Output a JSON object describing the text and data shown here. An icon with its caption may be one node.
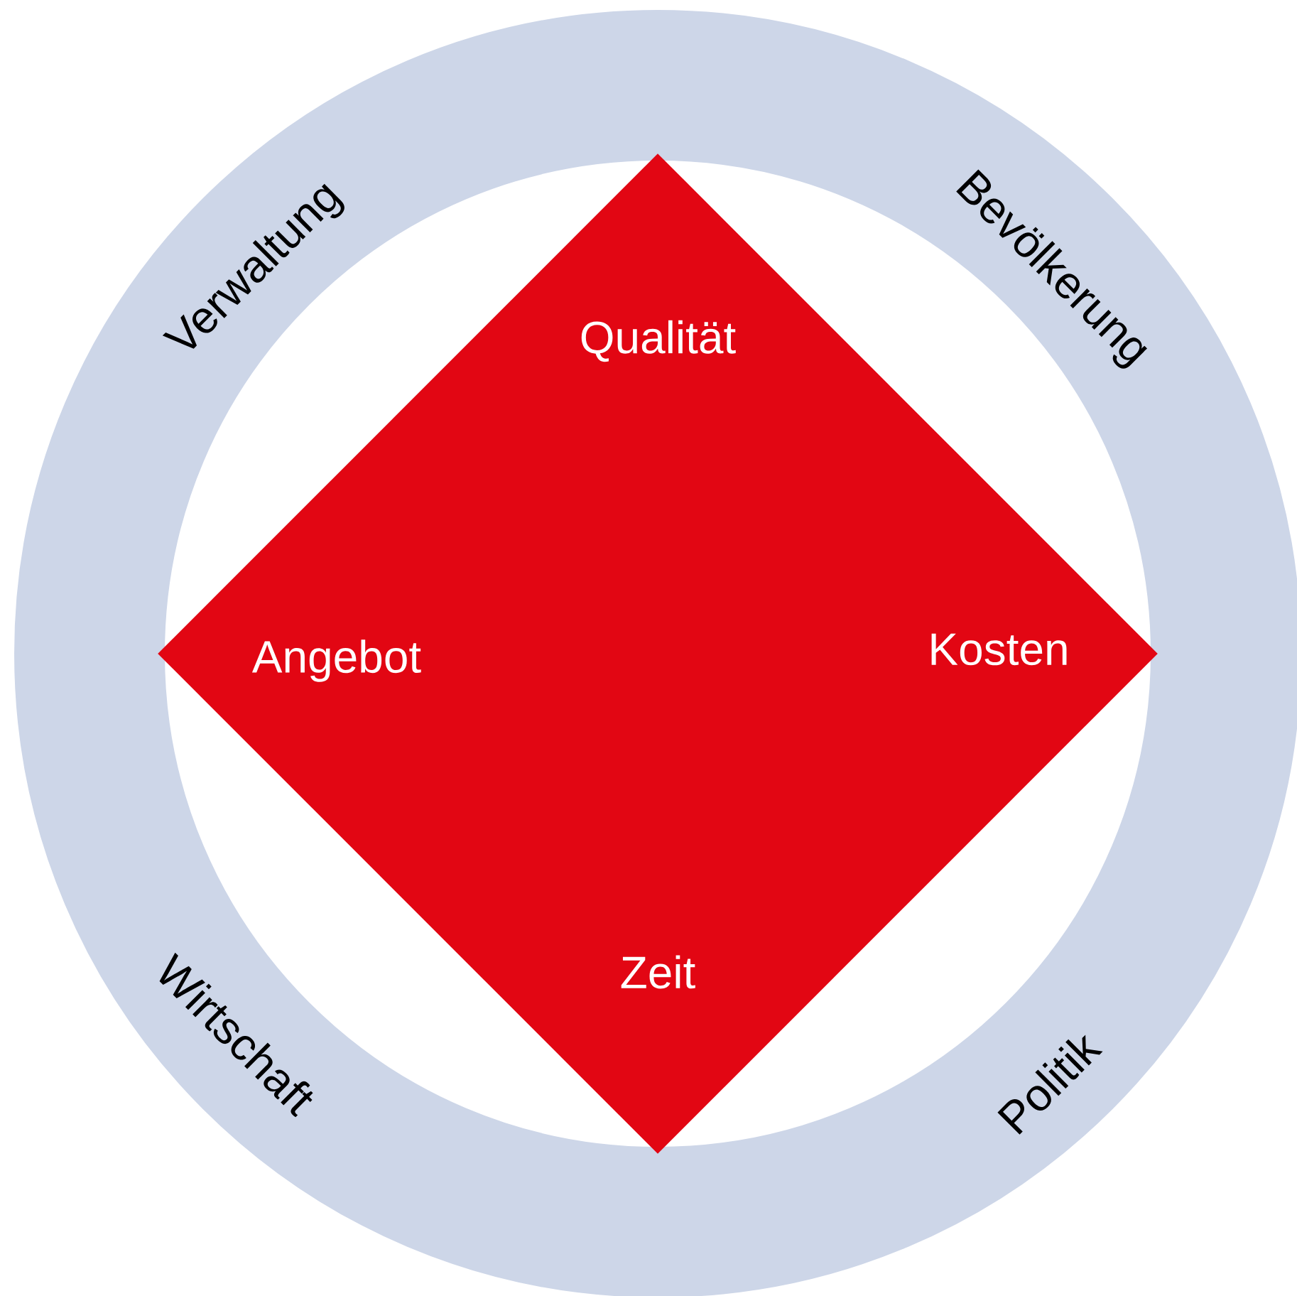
{
  "diagram": {
    "nodes": [
      {
        "text": [
          "Verwaltung",
          "Bevölkerung",
          "Wirtschaft",
          "Politik"
        ]
      },
      {
        "text": [
          "Qualität",
          "Angebot",
          "Kosten",
          "Zeit"
        ],
        "in": 0
      }
    ]
  }
}
